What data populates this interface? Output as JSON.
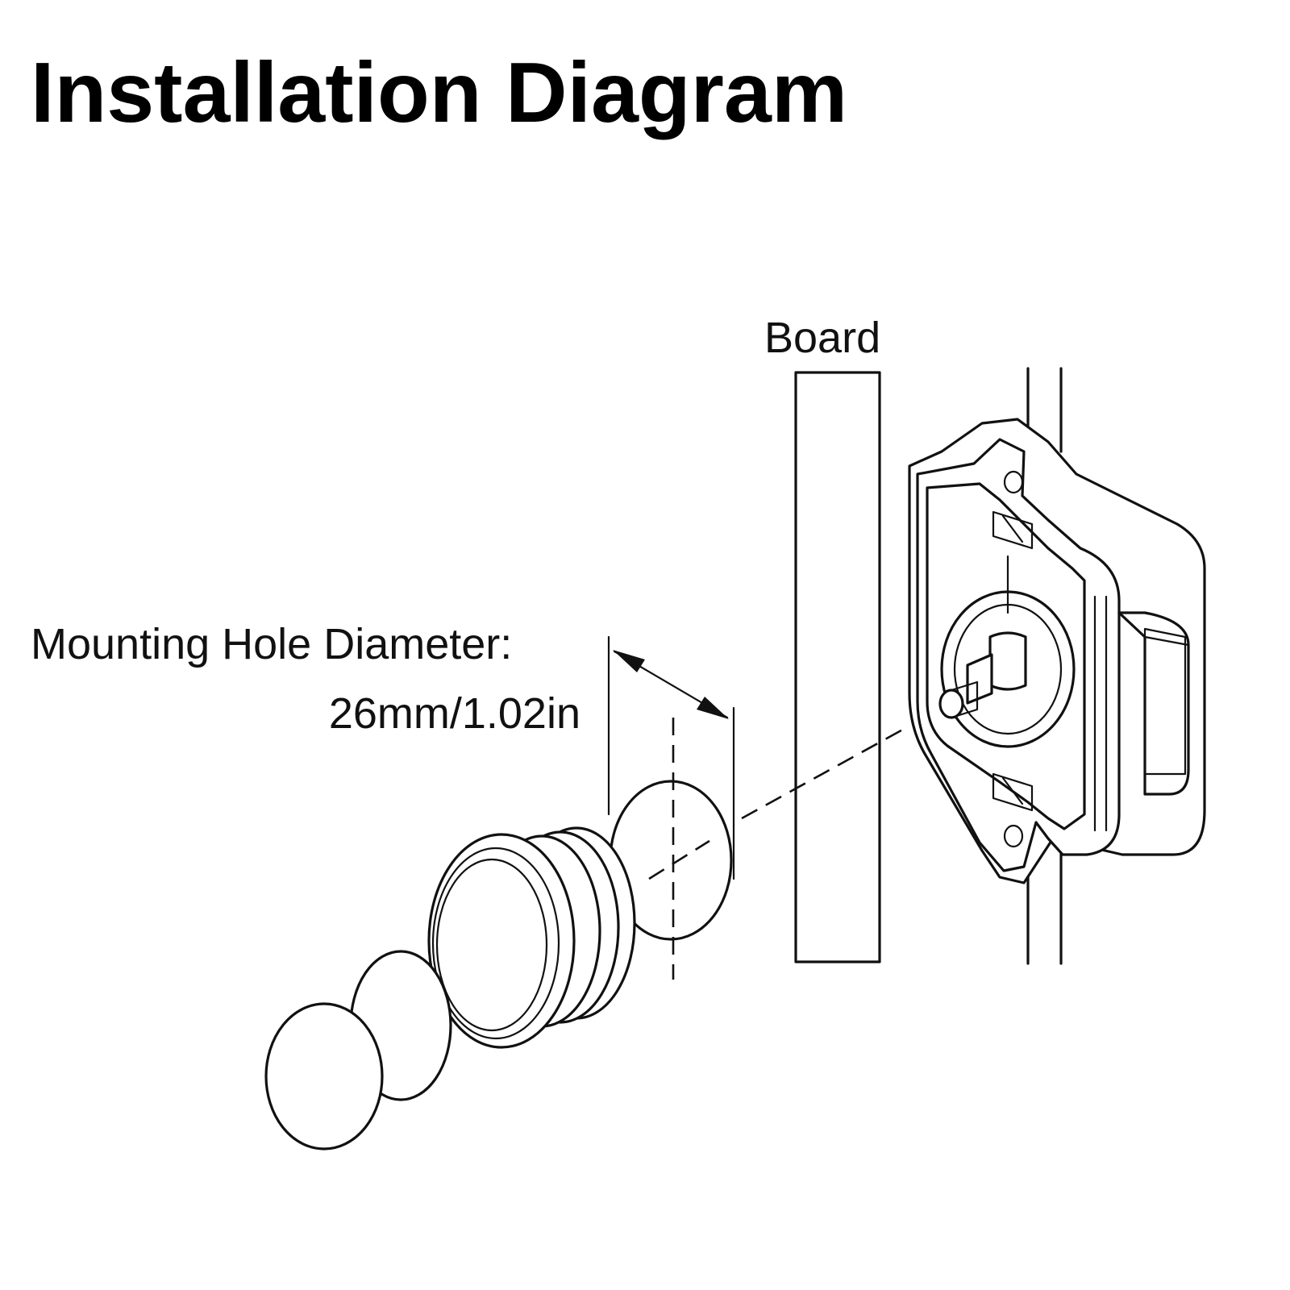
{
  "title": "Installation Diagram",
  "labels": {
    "board": "Board",
    "hole_diameter_label": "Mounting Hole Diameter:",
    "hole_diameter_value": "26mm/1.02in"
  },
  "colors": {
    "line": "#111111",
    "background": "#ffffff"
  }
}
